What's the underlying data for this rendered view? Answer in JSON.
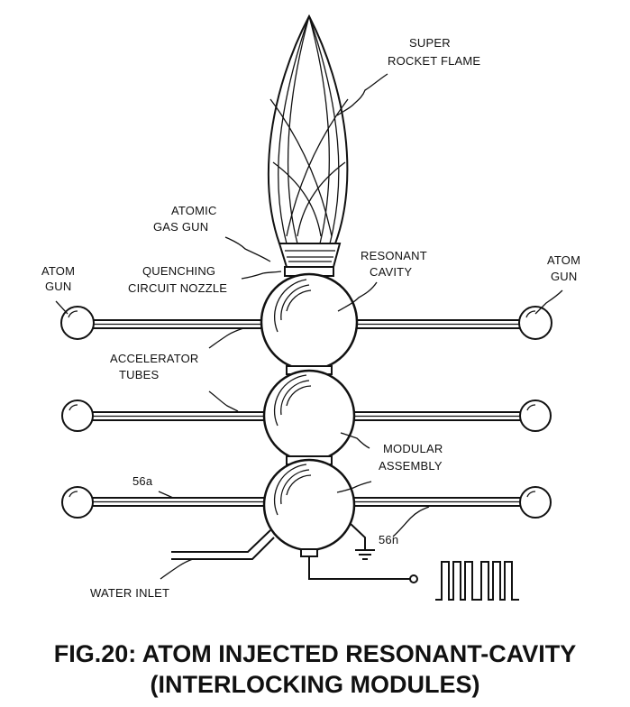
{
  "labels": {
    "super_rocket_flame_1": "SUPER",
    "super_rocket_flame_2": "ROCKET FLAME",
    "atomic_gas_gun_1": "ATOMIC",
    "atomic_gas_gun_2": "GAS GUN",
    "atom_gun_left_1": "ATOM",
    "atom_gun_left_2": "GUN",
    "quenching_nozzle_1": "QUENCHING",
    "quenching_nozzle_2": "CIRCUIT NOZZLE",
    "resonant_cavity_1": "RESONANT",
    "resonant_cavity_2": "CAVITY",
    "atom_gun_right_1": "ATOM",
    "atom_gun_right_2": "GUN",
    "accelerator_tubes_1": "ACCELERATOR",
    "accelerator_tubes_2": "TUBES",
    "modular_assembly_1": "MODULAR",
    "modular_assembly_2": "ASSEMBLY",
    "tube_56a": "56a",
    "tube_56n": "56n",
    "water_inlet": "WATER INLET"
  },
  "caption": {
    "line1": "FIG.20: ATOM INJECTED RESONANT-CAVITY",
    "line2": "(INTERLOCKING MODULES)"
  }
}
